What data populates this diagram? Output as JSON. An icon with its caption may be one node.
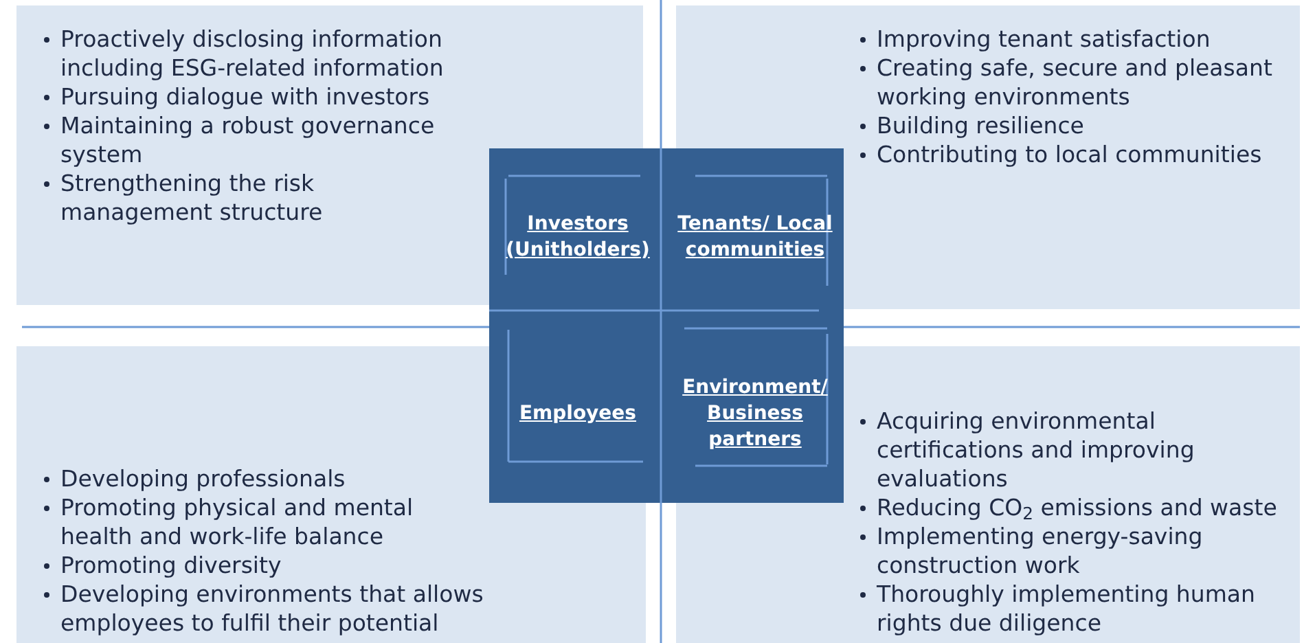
{
  "diagram": {
    "nodes": [
      {
        "text": [
          "Proactively disclosing information including ESG-related information",
          "Pursuing dialogue with investors",
          "Maintaining a robust governance system",
          "Strengthening the risk management structure"
        ]
      },
      {
        "text": [
          "Improving tenant satisfaction",
          "Creating safe, secure and pleasant working environments",
          "Building resilience",
          "Contributing to local communities"
        ]
      },
      {
        "text": [
          "Developing professionals",
          "Promoting physical and mental health and work-life balance",
          "Promoting diversity",
          "Developing environments that allows employees to fulfil their potential"
        ]
      },
      {
        "text": [
          "Acquiring environmental certifications and improving evaluations",
          "Reducing CO$_{2}$ emissions and waste",
          "Implementing energy-saving construction work",
          "Thoroughly implementing human rights due diligence"
        ]
      },
      {
        "text": [],
        "shape": "box"
      },
      {
        "text": [
          "Investors (Unitholders)"
        ],
        "in": 4
      },
      {
        "text": [
          "Tenants/ Local communities"
        ],
        "in": 4
      },
      {
        "text": [
          "Employees"
        ],
        "in": 4
      },
      {
        "text": [
          "Environment/ Business partners"
        ],
        "in": 4
      }
    ]
  }
}
